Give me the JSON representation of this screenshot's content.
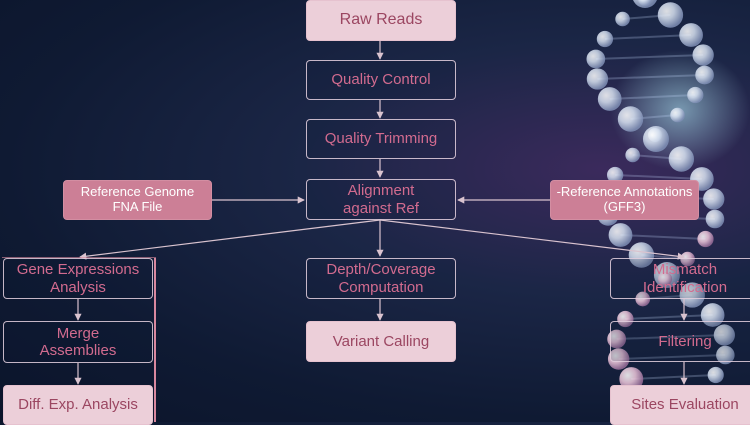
{
  "colors": {
    "background": "#0f1a33",
    "outline_text": "#d26b8f",
    "light_fill": "#eccfd9",
    "pink_fill": "#cc7f96",
    "connector": "#d9c3cf"
  },
  "nodes": {
    "raw_reads": "Raw Reads",
    "quality_control": "Quality Control",
    "quality_trimming": "Quality Trimming",
    "alignment": "Alignment\nagainst Ref",
    "reference_genome": "Reference  Genome\nFNA File",
    "reference_annotations": "-Reference Annotations\n(GFF3)",
    "gene_expressions": "Gene Expressions\nAnalysis",
    "merge_assemblies": "Merge\nAssemblies",
    "diff_exp": "Diff. Exp. Analysis",
    "depth_coverage": "Depth/Coverage\nComputation",
    "variant_calling": "Variant Calling",
    "mismatch": "Mismatch\nIdentification",
    "filtering": "Filtering",
    "sites_evaluation": "Sites Evaluation"
  }
}
